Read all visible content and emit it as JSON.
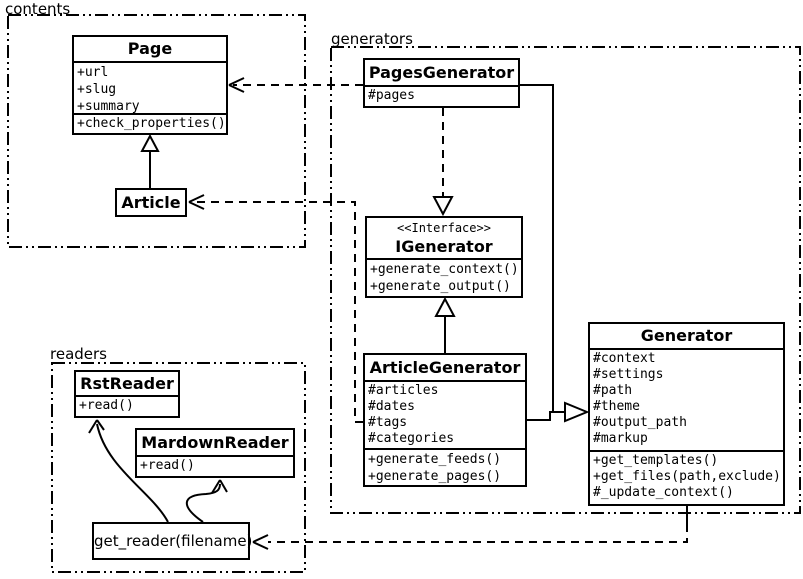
{
  "packages": {
    "contents": {
      "label": "contents"
    },
    "generators": {
      "label": "generators"
    },
    "readers": {
      "label": "readers"
    }
  },
  "classes": {
    "page": {
      "name": "Page",
      "attributes": [
        "+url",
        "+slug",
        "+summary"
      ],
      "methods": [
        "+check_properties()"
      ]
    },
    "article": {
      "name": "Article"
    },
    "pages_generator": {
      "name": "PagesGenerator",
      "attributes": [
        "#pages"
      ]
    },
    "igenerator": {
      "stereotype": "<<Interface>>",
      "name": "IGenerator",
      "methods": [
        "+generate_context()",
        "+generate_output()"
      ]
    },
    "article_generator": {
      "name": "ArticleGenerator",
      "attributes": [
        "#articles",
        "#dates",
        "#tags",
        "#categories"
      ],
      "methods": [
        "+generate_feeds()",
        "+generate_pages()"
      ]
    },
    "generator": {
      "name": "Generator",
      "attributes": [
        "#context",
        "#settings",
        "#path",
        "#theme",
        "#output_path",
        "#markup"
      ],
      "methods": [
        "+get_templates()",
        "+get_files(path,exclude)",
        "#_update_context()"
      ]
    },
    "rst_reader": {
      "name": "RstReader",
      "methods": [
        "+read()"
      ]
    },
    "mardown_reader": {
      "name": "MardownReader",
      "methods": [
        "+read()"
      ]
    },
    "get_reader": {
      "label": "get_reader(filename)"
    }
  },
  "relationships": [
    {
      "type": "inheritance",
      "from": "Article",
      "to": "Page"
    },
    {
      "type": "dependency",
      "from": "PagesGenerator",
      "to": "Page"
    },
    {
      "type": "dependency",
      "from": "ArticleGenerator",
      "to": "Article"
    },
    {
      "type": "realization",
      "from": "PagesGenerator",
      "to": "IGenerator"
    },
    {
      "type": "realization",
      "from": "ArticleGenerator",
      "to": "IGenerator"
    },
    {
      "type": "inheritance",
      "from": "PagesGenerator",
      "to": "Generator"
    },
    {
      "type": "inheritance",
      "from": "ArticleGenerator",
      "to": "Generator"
    },
    {
      "type": "dependency",
      "from": "Generator",
      "to": "get_reader"
    },
    {
      "type": "call",
      "from": "get_reader",
      "to": "RstReader"
    },
    {
      "type": "call",
      "from": "get_reader",
      "to": "MardownReader"
    }
  ],
  "colors": {
    "line": "#000000",
    "background": "#ffffff"
  }
}
